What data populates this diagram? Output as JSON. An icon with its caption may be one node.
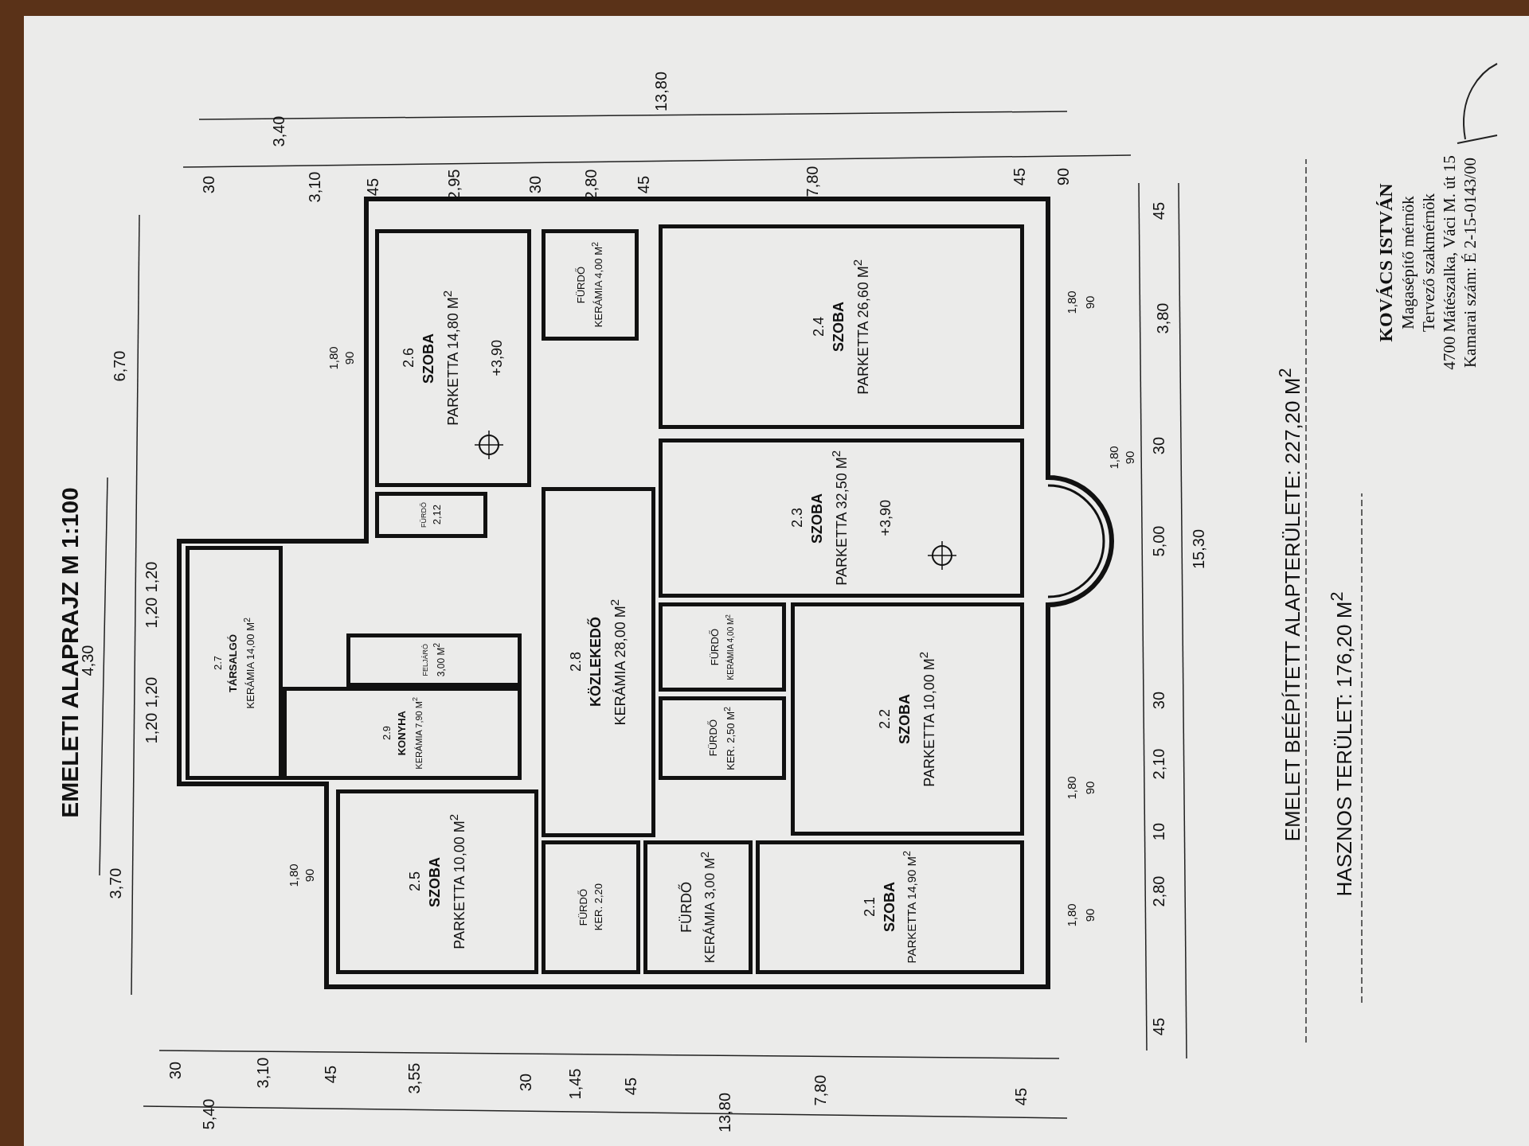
{
  "diagram": {
    "title": "EMELETI ALAPRAJZ M 1:100",
    "nodes": [
      {
        "text": [
          "2.6",
          "SZOBA",
          "PARKETTA 14,80 M$^{2}$",
          "+3,90"
        ]
      },
      {
        "text": [
          "FÜRDŐ",
          "KERÁMIA 4,00 M$^{2}$"
        ]
      },
      {
        "text": [
          "2.4",
          "SZOBA",
          "PARKETTA 26,60 M$^{2}$"
        ]
      },
      {
        "text": [
          "2.3",
          "SZOBA",
          "PARKETTA 32,50 M$^{2}$",
          "+3,90"
        ]
      },
      {
        "text": [
          "FÜRDŐ",
          "2,12"
        ]
      },
      {
        "text": [
          "2.8",
          "KÖZLEKEDŐ",
          "KERÁMIA 28,00 M$^{2}$"
        ]
      },
      {
        "text": [
          "2.7",
          "TÁRSALGÓ",
          "KERÁMIA 14,00 M$^{2}$"
        ]
      },
      {
        "text": [
          "FELJÁRÓ",
          "3,00 M$^{2}$"
        ]
      },
      {
        "text": [
          "2.9",
          "KONYHA",
          "KERÁMIA 7,90 M$^{2}$"
        ]
      },
      {
        "text": [
          "FÜRDŐ",
          "KERÁMIA 4,00 M$^{2}$"
        ]
      },
      {
        "text": [
          "FÜRDŐ",
          "KER. 2,50 M$^{2}$"
        ]
      },
      {
        "text": [
          "2.5",
          "SZOBA",
          "PARKETTA 10,00 M$^{2}$"
        ]
      },
      {
        "text": [
          "FÜRDŐ",
          "KER. 2,20"
        ]
      },
      {
        "text": [
          "FÜRDŐ",
          "KERÁMIA 3,00 M$^{2}$"
        ]
      },
      {
        "text": [
          "2.2",
          "SZOBA",
          "PARKETTA 10,00 M$^{2}$"
        ]
      },
      {
        "text": [
          "2.1",
          "SZOBA",
          "PARKETTA 14,90 M$^{2}$"
        ]
      }
    ],
    "labels": [
      "3,40",
      "13,80",
      "30",
      "3,10",
      "45",
      "2,95",
      "30",
      "2,80",
      "45",
      "7,80",
      "45",
      "90",
      "6,70",
      "4,30",
      "3,70",
      "1,20",
      "1,20",
      "1,20",
      "1,20",
      "45",
      "3,80",
      "30",
      "5,00",
      "15,30",
      "30",
      "2,10",
      "10",
      "2,80",
      "45",
      "30",
      "3,10",
      "45",
      "3,55",
      "30",
      "1,45",
      "45",
      "7,80",
      "45",
      "5,40",
      "13,80",
      "EMELET BEÉPÍTETT ALAPTERÜLETE: 227,20 M$^{2}$",
      "HASZNOS TERÜLET: 176,20 M$^{2}$",
      "KOVÁCS ISTVÁN",
      "Magasépítő mérnök",
      "Tervező szakmérnök",
      "4700 Mátészalka, Váci M. út 15",
      "Kamarai szám: É 2-15-0143/00",
      "1,80",
      "90",
      "1,80",
      "90",
      "1,80",
      "90",
      "1,80",
      "90",
      "1,80",
      "90",
      "1,80",
      "90"
    ]
  }
}
